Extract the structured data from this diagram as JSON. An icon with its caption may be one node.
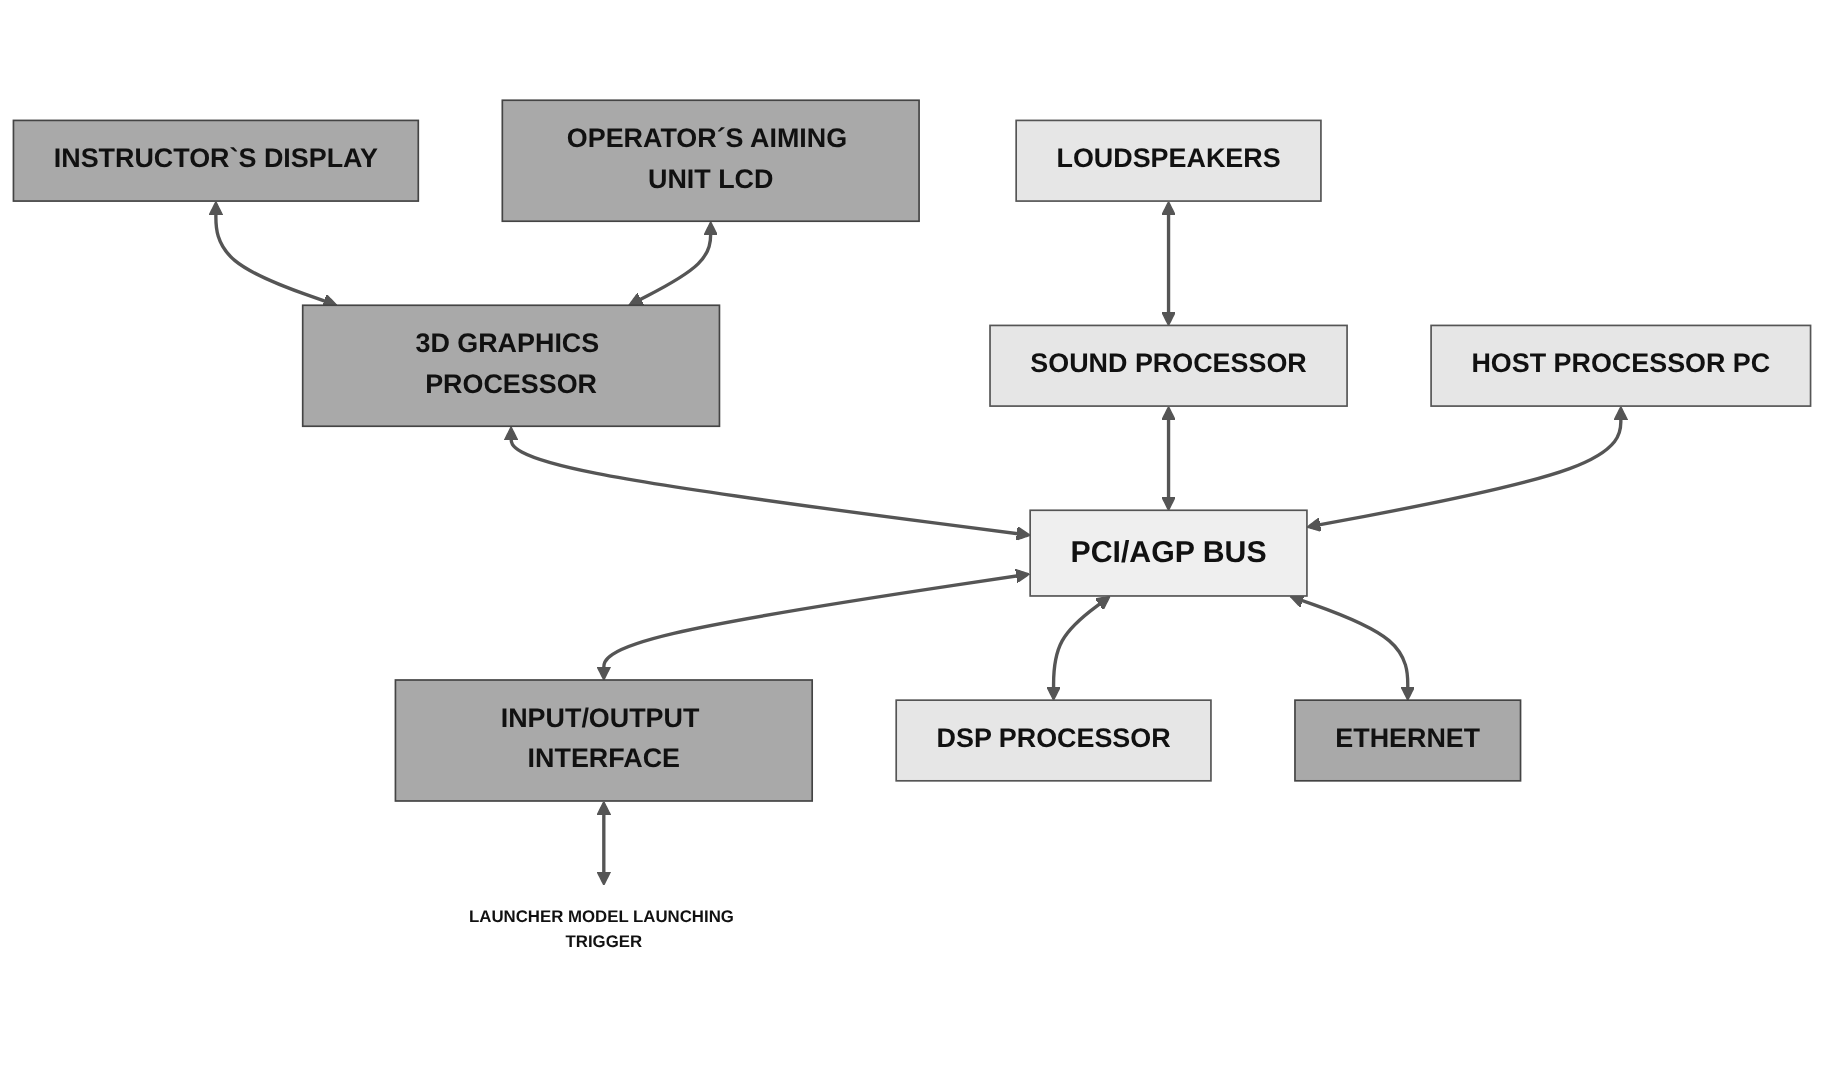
{
  "diagram": {
    "nodes": [
      {
        "text": [
          "LOUDSPEAKERS"
        ]
      },
      {
        "text": [
          "INSTRUCTOR`S DISPLAY"
        ]
      },
      {
        "text": [
          "OPERATOR´S AIMING UNIT LCD"
        ]
      },
      {
        "text": [
          "3D GRAPHICS PROCESSOR"
        ]
      },
      {
        "text": [
          "SOUND PROCESSOR"
        ]
      },
      {
        "text": [
          "HOST PROCESSOR PC"
        ]
      },
      {
        "text": [
          "PCI/AGP BUS"
        ]
      },
      {
        "text": [
          "INPUT/OUTPUT INTERFACE"
        ]
      },
      {
        "text": [
          "LAUNCHER MODEL LAUNCHING TRIGGER"
        ]
      },
      {
        "text": [
          "DSP PROCESSOR"
        ]
      },
      {
        "text": [
          "ETHERNET"
        ]
      }
    ],
    "edges": [
      {
        "from": 1,
        "to": 3,
        "arrow": "both"
      },
      {
        "from": 2,
        "to": 3,
        "arrow": "both"
      },
      {
        "from": 0,
        "to": 4,
        "arrow": "both"
      },
      {
        "from": 3,
        "to": 6,
        "arrow": "both"
      },
      {
        "from": 4,
        "to": 6,
        "arrow": "both"
      },
      {
        "from": 5,
        "to": 6,
        "arrow": "both"
      },
      {
        "from": 6,
        "to": 7,
        "arrow": "both"
      },
      {
        "from": 6,
        "to": 9,
        "arrow": "both"
      },
      {
        "from": 6,
        "to": 10,
        "arrow": "both"
      },
      {
        "from": 7,
        "to": 8,
        "arrow": "both"
      }
    ]
  }
}
